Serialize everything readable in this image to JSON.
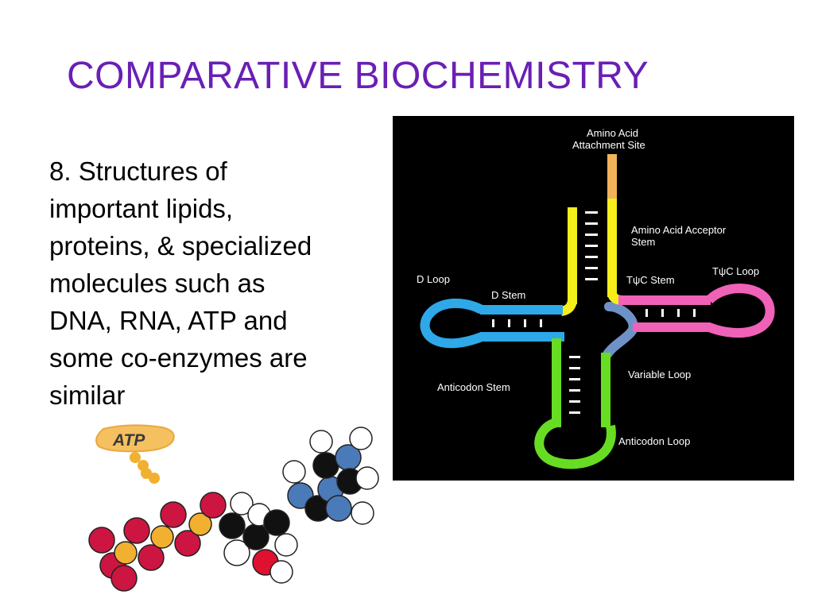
{
  "slide": {
    "title": "COMPARATIVE BIOCHEMISTRY",
    "title_color": "#6a1fb4",
    "body_lines": [
      "8. Structures of",
      "important lipids,",
      "proteins, & specialized",
      "molecules such as",
      "DNA, RNA, ATP and",
      "some co-enzymes are",
      "similar"
    ]
  },
  "trna_diagram": {
    "labels": {
      "attachment_site_line1": "Amino Acid",
      "attachment_site_line2": "Attachment Site",
      "acceptor_stem_line1": "Amino Acid Acceptor",
      "acceptor_stem_line2": "Stem",
      "d_loop": "D Loop",
      "d_stem": "D Stem",
      "tpsic_stem": "TψC Stem",
      "tpsic_loop": "TψC Loop",
      "variable_loop": "Variable Loop",
      "anticodon_stem": "Anticodon Stem",
      "anticodon_loop": "Anticodon Loop"
    },
    "colors": {
      "acceptor_stem": "#f5ee1a",
      "attachment_site": "#f2b25a",
      "d_arm": "#2ea8e8",
      "tpsic_arm": "#f061b8",
      "variable_loop": "#6e92c8",
      "anticodon_arm": "#66dd22",
      "background": "#000000"
    }
  },
  "atp_illustration": {
    "badge_text": "ATP",
    "colors": {
      "phosphate": "#cc1540",
      "phosphorus": "#f2b030",
      "oxygen": "#e01030",
      "nitrogen": "#4a7ab8",
      "carbon": "#111111",
      "hydrogen": "#ffffff"
    }
  }
}
